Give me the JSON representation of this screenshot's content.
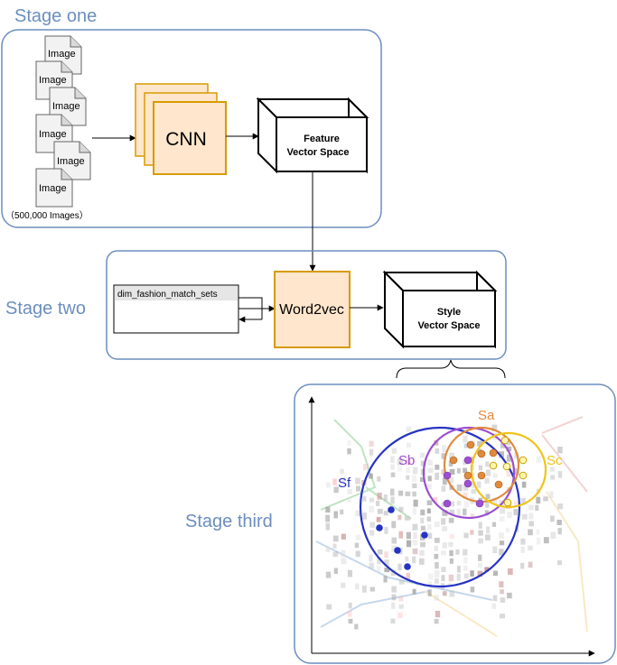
{
  "stages": {
    "one": "Stage one",
    "two": "Stage two",
    "third": "Stage third"
  },
  "stage_one": {
    "image_label": "Image",
    "image_count_note": "（500,000  Images）",
    "cnn_label": "CNN",
    "feature_space_line1": "Feature",
    "feature_space_line2": "Vector Space"
  },
  "stage_two": {
    "dataset_label": "dim_fashion_match_sets",
    "word2vec_label": "Word2vec",
    "style_space_line1": "Style",
    "style_space_line2": "Vector Space"
  },
  "stage_three": {
    "clusters": {
      "sa": "Sa",
      "sb": "Sb",
      "sc": "Sc",
      "sf": "Sf"
    }
  },
  "colors": {
    "stage_border": "#6c8ebf",
    "cnn_fill": "#ffe6cc",
    "cnn_stroke": "#d79b00",
    "sa": "#e08a3c",
    "sb": "#9b4fd1",
    "sc": "#f0c419",
    "sf": "#2633c4"
  }
}
